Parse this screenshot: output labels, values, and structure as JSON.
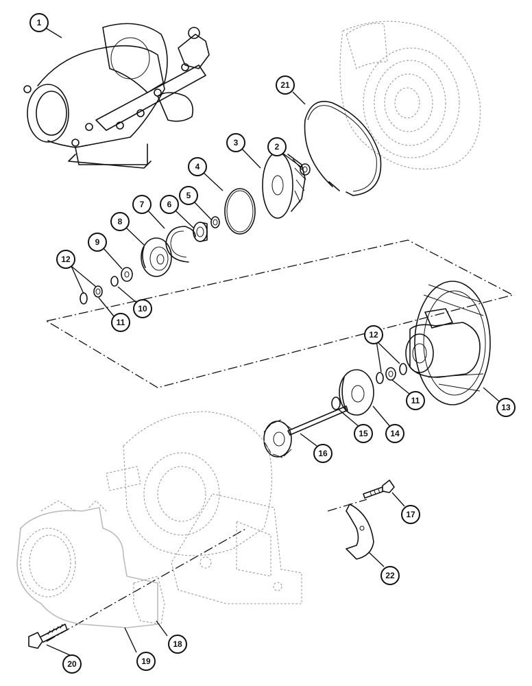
{
  "diagram": {
    "callouts": [
      {
        "id": "c1",
        "label": "1"
      },
      {
        "id": "c2",
        "label": "2"
      },
      {
        "id": "c3",
        "label": "3"
      },
      {
        "id": "c4",
        "label": "4"
      },
      {
        "id": "c5",
        "label": "5"
      },
      {
        "id": "c6",
        "label": "6"
      },
      {
        "id": "c7",
        "label": "7"
      },
      {
        "id": "c8",
        "label": "8"
      },
      {
        "id": "c9",
        "label": "9"
      },
      {
        "id": "c10a",
        "label": "10"
      },
      {
        "id": "c11a",
        "label": "11"
      },
      {
        "id": "c12a",
        "label": "12"
      },
      {
        "id": "c12b",
        "label": "12"
      },
      {
        "id": "c11b",
        "label": "11"
      },
      {
        "id": "c13",
        "label": "13"
      },
      {
        "id": "c14",
        "label": "14"
      },
      {
        "id": "c15",
        "label": "15"
      },
      {
        "id": "c16",
        "label": "16"
      },
      {
        "id": "c17",
        "label": "17"
      },
      {
        "id": "c18",
        "label": "18"
      },
      {
        "id": "c19",
        "label": "19"
      },
      {
        "id": "c20",
        "label": "20"
      },
      {
        "id": "c21",
        "label": "21"
      },
      {
        "id": "c22",
        "label": "22"
      }
    ]
  }
}
